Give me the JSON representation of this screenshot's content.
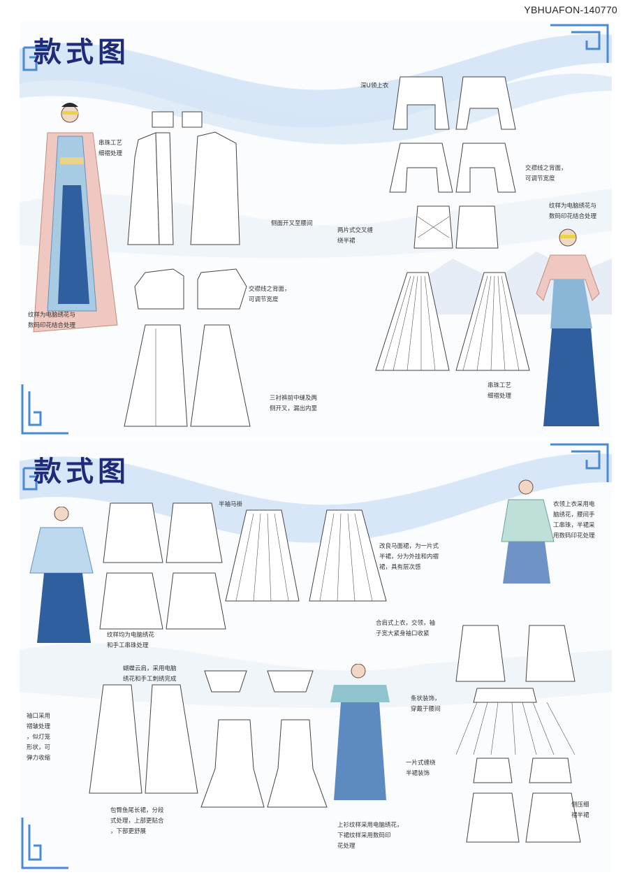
{
  "code": "YBHUAFON-140770",
  "board1": {
    "title": "款式图",
    "notes": {
      "beading": "串珠工艺\n细褶处理",
      "side_slit": "侧面开叉至腰间",
      "left_embroidery": "纹样为电脑绣花与\n数码印花结合处理",
      "cross_strap_1": "交襟线之背面，\n可调节宽度",
      "pants_slit": "三衬裤前中缝及两\n侧开叉，漏出内里",
      "deep_u": "深U领上衣",
      "cross_strap_2": "交襟线之背面，\n可调节宽度",
      "two_piece_skirt": "两片式交叉缠\n绕半裙",
      "right_embroidery": "纹样为电脑绣花与\n数码印花结合处理",
      "beading_2": "串珠工艺\n细褶处理"
    }
  },
  "board2": {
    "title": "款式图",
    "notes": {
      "half_sleeve": "半袖马褂",
      "mamian": "改良马面裙，为一片式\n半裙，分为外挂和内褶\n裙，具有层次感",
      "hand_beading": "纹样均为电脑绣花\n和手工串珠处理",
      "collar_top": "衣领上衣采用电\n脑绣花，腰间手\n工串珠，半裙采\n用数码印花处理",
      "leg_sleeve": "合肩式上衣，交领，袖\n子宽大紧身袖口收紧",
      "cape": "蝴蝶云肩，采用电脑\n绣花和手工刺绣完成",
      "cuff": "袖口采用\n褶皱处理\n，似灯笼\n形状，可\n弹力收缩",
      "strips": "条状装饰，\n穿戴于腰间",
      "wrap_skirt": "一片式缠绕\n半裙装饰",
      "fishtail": "包臀鱼尾长裙，分段\n式处理，上部更贴合\n，下部更舒展",
      "front_embroidery": "上衫纹样采用电脑绣花，\n下裙纹样采用数码印\n花处理",
      "side_pleat": "侧压细\n褶半裙"
    }
  },
  "colors": {
    "accent": "#2d3a8c",
    "wave": "#9fc3e6",
    "frame": "#4a8ad0",
    "mountain": "#e6edf6"
  }
}
